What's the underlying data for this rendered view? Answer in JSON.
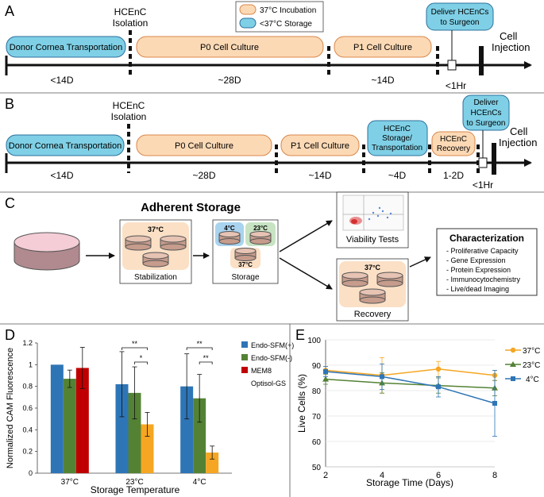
{
  "panels": {
    "a": "A",
    "b": "B",
    "c": "C",
    "d": "D",
    "e": "E"
  },
  "legend": {
    "incubation": "37°C Incubation",
    "storage": "<37°C Storage"
  },
  "colors": {
    "incubation_fill": "#fcd9b5",
    "incubation_stroke": "#d9874a",
    "storage_fill": "#7fd0e6",
    "storage_stroke": "#2d6f9c",
    "bar_blue": "#2e75b6",
    "bar_green": "#548235",
    "bar_red": "#c00000",
    "bar_orange": "#f5a623"
  },
  "timeline_a": {
    "isolation": [
      "HCEnC",
      "Isolation"
    ],
    "stages": [
      "Donor Cornea Transportation",
      "P0 Cell Culture",
      "P1 Cell Culture"
    ],
    "durations": [
      "<14D",
      "~28D",
      "~14D",
      "<1Hr"
    ],
    "deliver": [
      "Deliver HCEnCs",
      "to Surgeon"
    ],
    "injection": [
      "Cell",
      "Injection"
    ]
  },
  "timeline_b": {
    "isolation": [
      "HCEnC",
      "Isolation"
    ],
    "stages": [
      "Donor Cornea Transportation",
      "P0 Cell Culture",
      "P1 Cell Culture"
    ],
    "storage_box": [
      "HCEnC",
      "Storage/",
      "Transportation"
    ],
    "recovery_box": [
      "HCEnC",
      "Recovery"
    ],
    "durations": [
      "<14D",
      "~28D",
      "~14D",
      "~4D",
      "1-2D",
      "<1Hr"
    ],
    "deliver": [
      "Deliver",
      "HCEnCs",
      "to Surgeon"
    ],
    "injection": [
      "Cell",
      "Injection"
    ]
  },
  "panel_c": {
    "title": "Adherent Storage",
    "stabilization": {
      "temp": "37°C",
      "label": "Stabilization"
    },
    "storage": {
      "temps": [
        "4°C",
        "23°C",
        "37°C"
      ],
      "label": "Storage"
    },
    "viability": "Viability Tests",
    "recovery": {
      "temp": "37°C",
      "label": "Recovery"
    },
    "characterization": {
      "title": "Characterization",
      "items": [
        "- Proliferative Capacity",
        "- Gene Expression",
        "- Protein Expression",
        "- Immunocytochemistry",
        "- Live/dead Imaging"
      ]
    }
  },
  "chart_data": [
    {
      "type": "bar",
      "categories": [
        "37°C",
        "23°C",
        "4°C"
      ],
      "series": [
        {
          "name": "Endo-SFM(+)",
          "values": [
            1.0,
            0.82,
            0.8
          ],
          "errors": [
            0.0,
            0.3,
            0.3
          ]
        },
        {
          "name": "Endo-SFM(-)",
          "values": [
            0.87,
            0.74,
            0.69
          ],
          "errors": [
            0.08,
            0.24,
            0.22
          ]
        },
        {
          "name": "MEM8",
          "values": [
            0.97,
            null,
            null
          ],
          "errors": [
            0.19,
            null,
            null
          ]
        },
        {
          "name": "Optisol-GS",
          "values": [
            null,
            0.45,
            0.19
          ],
          "errors": [
            null,
            0.11,
            0.06
          ]
        }
      ],
      "ylabel": "Normalized CAM Fluorescence",
      "xlabel": "Storage Temperature",
      "ylim": [
        0,
        1.2
      ],
      "yticks": [
        "0",
        "0.2",
        "0.4",
        "0.6",
        "0.8",
        "1",
        "1.2"
      ],
      "significance": [
        "**",
        "*",
        "**",
        "**"
      ]
    },
    {
      "type": "line",
      "x": [
        2,
        4,
        6,
        8
      ],
      "series": [
        {
          "name": "37°C",
          "values": [
            88,
            86,
            88.5,
            86
          ],
          "errors": [
            1.5,
            7,
            3,
            2
          ]
        },
        {
          "name": "23°C",
          "values": [
            84.5,
            83,
            82,
            81
          ],
          "errors": [
            2,
            4,
            3,
            3
          ]
        },
        {
          "name": "4°C",
          "values": [
            87.5,
            85.5,
            81.5,
            75
          ],
          "errors": [
            2,
            5,
            4,
            13
          ]
        }
      ],
      "ylabel": "Live Cells (%)",
      "xlabel": "Storage Time (Days)",
      "ylim": [
        50,
        100
      ],
      "yticks": [
        "50",
        "60",
        "70",
        "80",
        "90",
        "100"
      ],
      "xticks": [
        "2",
        "4",
        "6",
        "8"
      ],
      "colors": [
        "#f5a623",
        "#548235",
        "#2e75b6"
      ]
    }
  ]
}
